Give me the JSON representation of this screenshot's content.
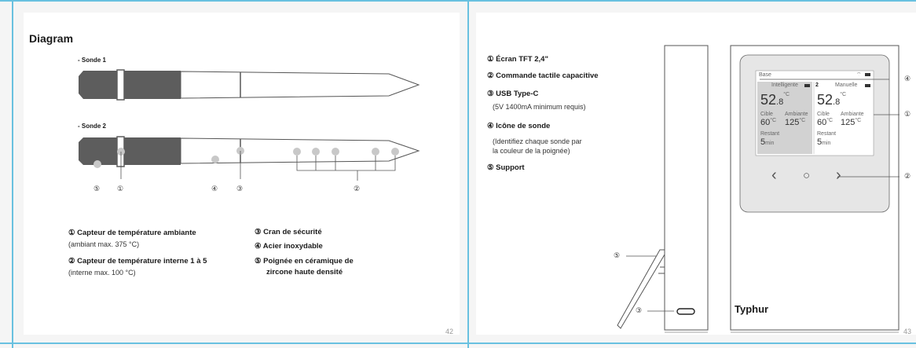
{
  "left_page": {
    "title": "Diagram",
    "probe1_label": "- Sonde 1",
    "probe2_label": "- Sonde 2",
    "marks": [
      "⑤",
      "①",
      "④",
      "③",
      "②"
    ],
    "legend": {
      "item1_title": "① Capteur de température ambiante",
      "item1_note": "(ambiant max. 375 °C)",
      "item2_title": "② Capteur de température interne 1 à 5",
      "item2_note": "(interne max. 100 °C)",
      "item3": "③ Cran de sécurité",
      "item4": "④ Acier inoxydable",
      "item5_line1": "⑤ Poignée en céramique de",
      "item5_line2": "zircone haute densité"
    },
    "page_number": "42"
  },
  "right_page": {
    "features": {
      "f1": "① Écran TFT 2,4\"",
      "f2": "② Commande tactile capacitive",
      "f3": "③ USB Type-C",
      "f3_note": "(5V 1400mA minimum requis)",
      "f4": "④ Icône de sonde",
      "f4_note1": "(Identifiez chaque sonde par",
      "f4_note2": "la couleur de la poignée)",
      "f5": "⑤ Support"
    },
    "callouts": {
      "c5": "⑤",
      "c3": "③",
      "c4": "④",
      "c1": "①",
      "c2": "②"
    },
    "screen": {
      "mode": "Base",
      "left_panel": {
        "header": "Intelligente",
        "temp_main": "52",
        "temp_decimal": ".8",
        "temp_unit": "°C",
        "target_label": "Cible",
        "target_value": "60",
        "ambient_label": "Ambiante",
        "ambient_value": "125",
        "unit": "°C",
        "remaining_label": "Restant",
        "remaining_value": "5",
        "remaining_unit": "min"
      },
      "right_panel": {
        "probe_num": "2",
        "header": "Manuelle",
        "temp_main": "52",
        "temp_decimal": ".8",
        "temp_unit": "°C",
        "target_label": "Cible",
        "target_value": "60",
        "ambient_label": "Ambiante",
        "ambient_value": "125",
        "unit": "°C",
        "remaining_label": "Restant",
        "remaining_value": "5",
        "remaining_unit": "min"
      },
      "nav_prev": "‹",
      "nav_home": "○",
      "nav_next": "›"
    },
    "brand": "Typhur",
    "page_number": "43"
  },
  "colors": {
    "frame": "#69c1e0",
    "probe_handle": "#5d5d5d",
    "sensor_dot": "#c8c8c8",
    "screen_left_panel": "#d2d2d2",
    "device_screen": "#e6e6e6"
  }
}
